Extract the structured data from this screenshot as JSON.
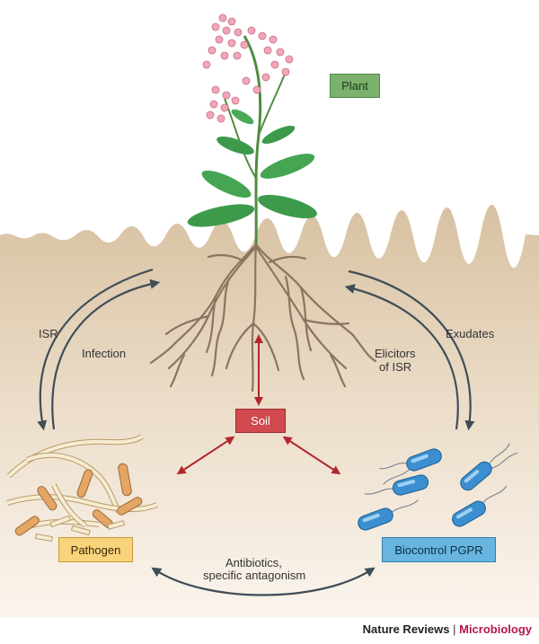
{
  "labels": {
    "plant": "Plant",
    "soil": "Soil",
    "pathogen": "Pathogen",
    "pgpr": "Biocontrol PGPR",
    "isr": "ISR",
    "infection": "Infection",
    "exudates": "Exudates",
    "elicitors_line1": "Elicitors",
    "elicitors_line2": "of ISR",
    "antibiotics_line1": "Antibiotics,",
    "antibiotics_line2": "specific antagonism"
  },
  "footer": {
    "journal": "Nature Reviews",
    "separator": "|",
    "section": "Microbiology"
  },
  "colors": {
    "plant_box": "#7bb16c",
    "soil_box": "#d04a4f",
    "pathogen_box": "#f9d47c",
    "pgpr_box": "#67b5e0",
    "arrow_dark": "#3f4d57",
    "arrow_red": "#b3262c",
    "soil_top": "#d9c3a5",
    "soil_bottom": "#f8f0e6",
    "leaf": "#3c9a4a",
    "root": "#8a7560",
    "bacteria": "#3b8fd0",
    "hypha": "#f3e6c4",
    "footer_accent": "#b5174b"
  }
}
